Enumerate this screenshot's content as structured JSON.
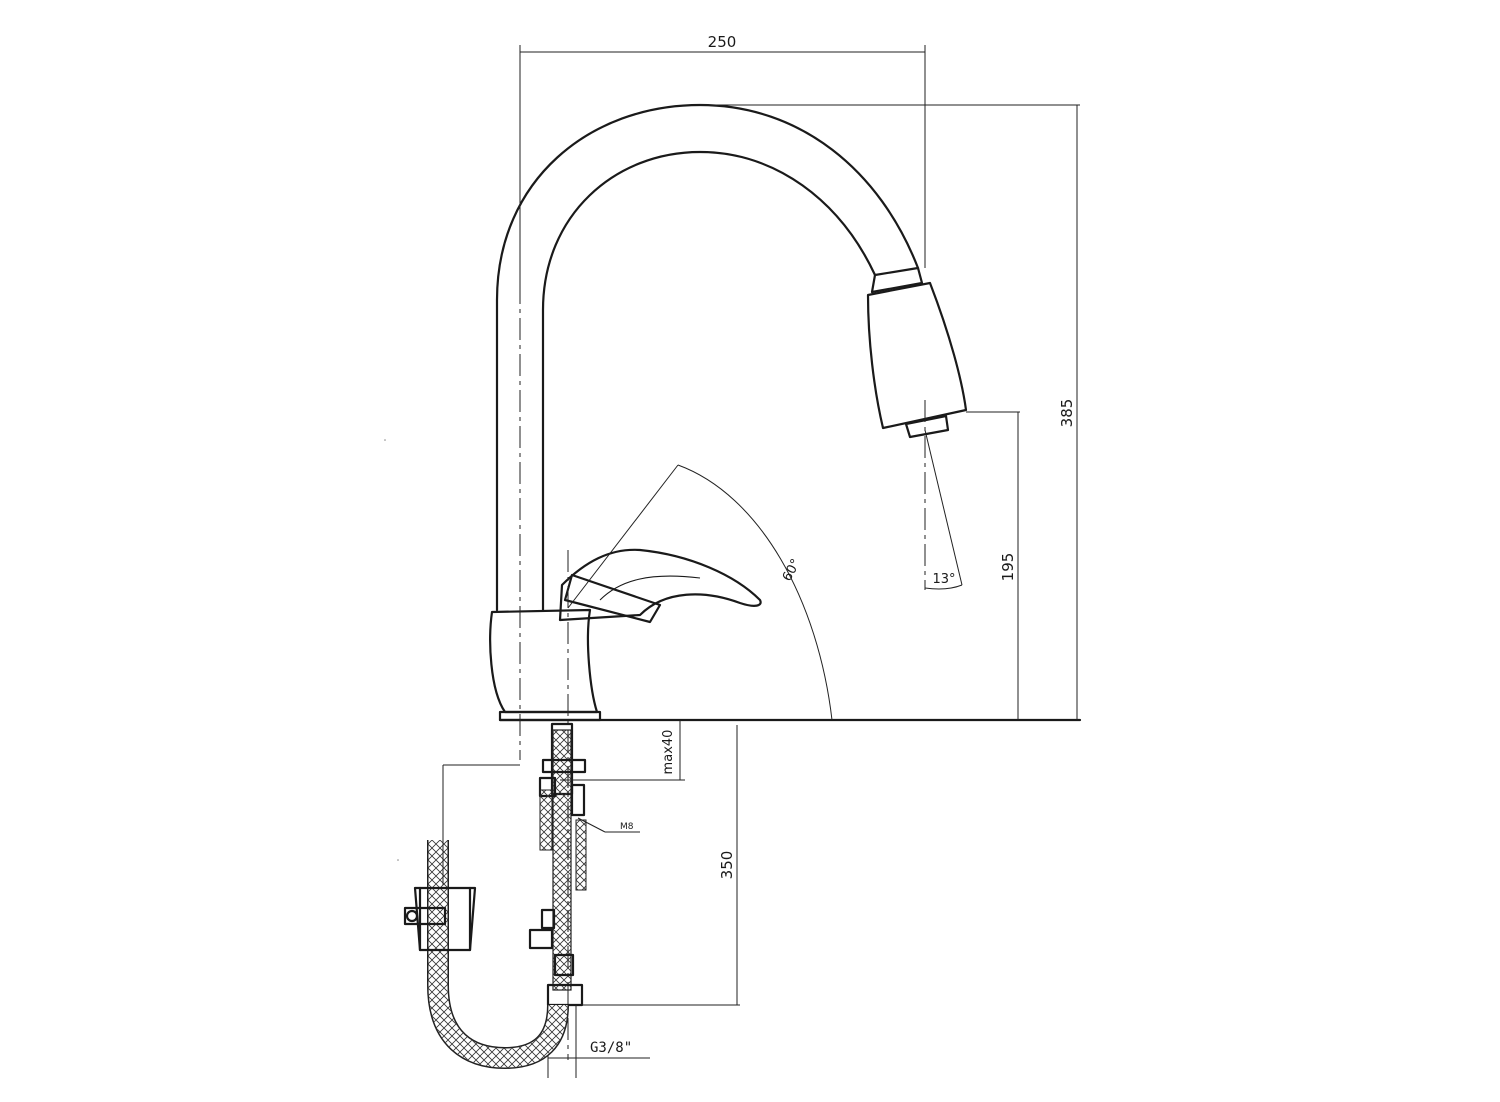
{
  "dimensions": {
    "width": "250",
    "height_total": "385",
    "spout_height": "195",
    "hose_length": "350",
    "max_thickness": "max40",
    "handle_angle": "60°",
    "spray_angle": "13°",
    "stud_thread": "M8",
    "connection_thread": "G3/8\""
  },
  "colors": {
    "line": "#1a1a1a",
    "background": "#ffffff"
  }
}
